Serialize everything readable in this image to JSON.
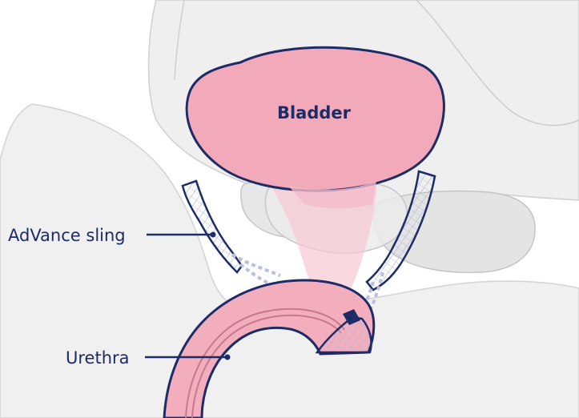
{
  "diagram": {
    "labels": {
      "bladder": "Bladder",
      "sling": "AdVance sling",
      "urethra": "Urethra"
    },
    "colors": {
      "outline": "#1d2b66",
      "tissue_pink": "#f2a8b8",
      "tissue_pink_light": "#f7cdd7",
      "background_tissue": "#ebebeb",
      "background_tissue_dark": "#dedede",
      "stroke_gray": "#c8c8c8",
      "mesh_blue": "#b9c0da"
    }
  }
}
